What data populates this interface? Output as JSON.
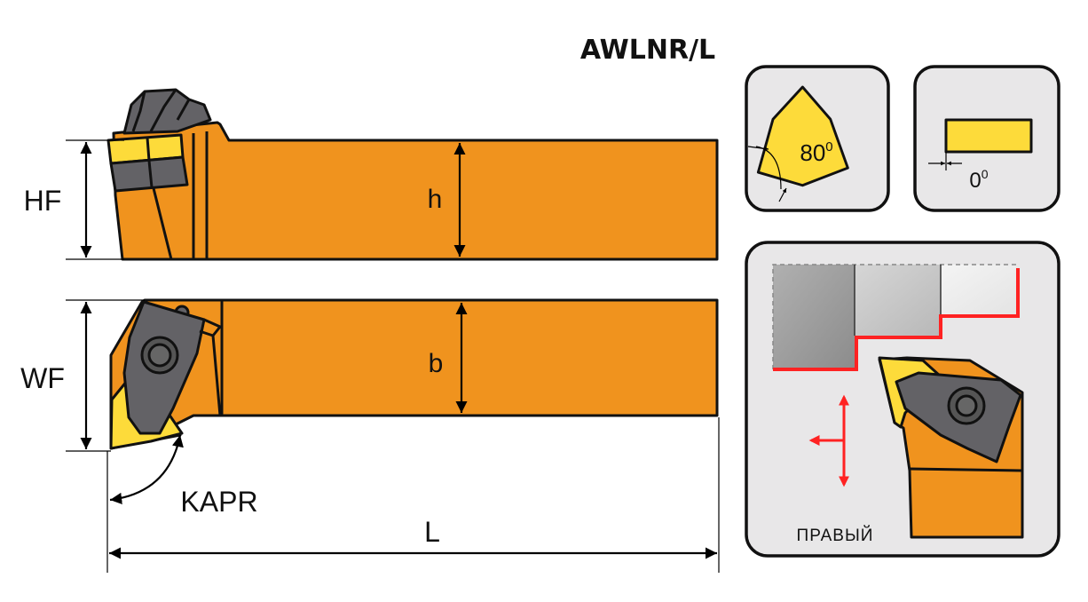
{
  "title": "AWLNR/L",
  "colors": {
    "tool_body": "#f0931e",
    "insert": "#fddb3a",
    "clamp": "#636266",
    "panel_bg": "#e8e7e8",
    "cut_path": "#ff2222"
  },
  "side_view": {
    "hf_label": "HF",
    "h_label": "h"
  },
  "top_view": {
    "wf_label": "WF",
    "b_label": "b",
    "kapr_label": "KAPR",
    "l_label": "L"
  },
  "insert_shape_panel": {
    "angle_value": "80",
    "angle_unit": "0"
  },
  "clearance_panel": {
    "angle_value": "0",
    "angle_unit": "0"
  },
  "operation_panel": {
    "hand_label": "ПРАВЫЙ"
  }
}
